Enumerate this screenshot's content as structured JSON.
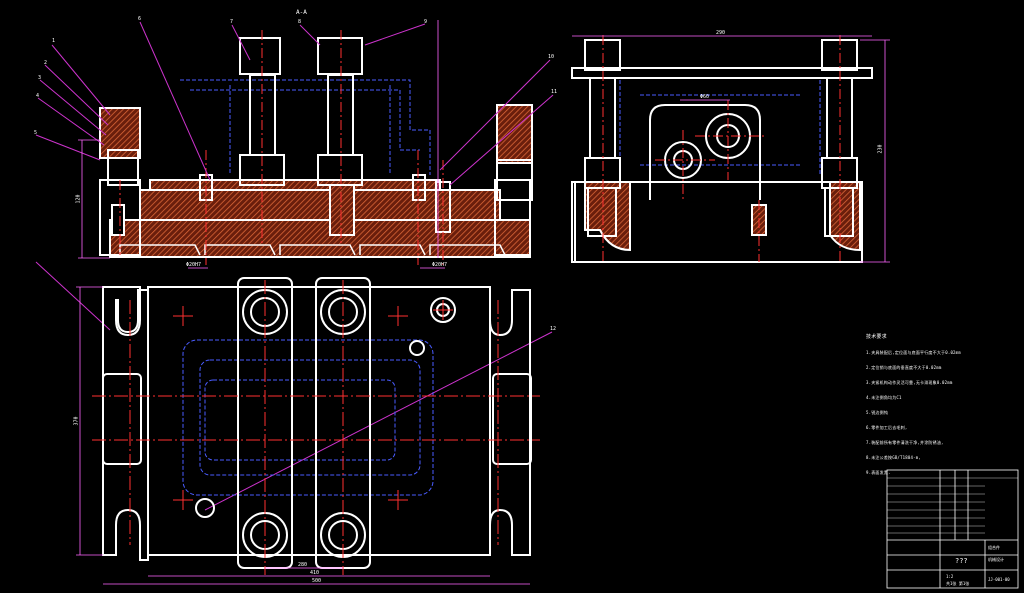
{
  "drawing": {
    "top_label": "A-A",
    "colors": {
      "outline": "#ffffff",
      "hatch": "#e06a3a",
      "centerline": "#ff3030",
      "hidden": "#4a5cff",
      "leader": "#cc33cc",
      "dimension": "#ff66ff",
      "background": "#000000"
    },
    "balloons": [
      "1",
      "2",
      "3",
      "4",
      "5",
      "6",
      "7",
      "8",
      "9",
      "10",
      "11",
      "12"
    ],
    "dims": {
      "front_height": "120",
      "front_fit_left": "Φ20H7",
      "front_fit_right": "Φ20H7",
      "side_width": "290",
      "side_height": "230",
      "side_bore": "Φ60",
      "plan_height": "370",
      "plan_inner": "280",
      "plan_mid": "410",
      "plan_total": "500"
    }
  },
  "notes": {
    "title": "技术要求",
    "lines": [
      "1.夹具装配后,定位面与底面平行度不大于0.02mm",
      "2.定位销与底面的垂直度不大于0.02mm",
      "3.夹紧机构动作灵活可靠,无卡滞现象0.02mm",
      "4.未注倒角均为C1",
      "5.锐边倒钝",
      "6.零件加工后去毛刺,",
      "7.装配前所有零件清洗干净,并涂防锈油,",
      "8.未注公差按GB/T1804-m,",
      "9.表面发黑."
    ]
  },
  "title_block": {
    "name": "???",
    "drawing_no": "JJ-001-00",
    "scale": "1:2",
    "sheet": "共1张 第1张",
    "material": "组合件",
    "company": "机械设计"
  }
}
